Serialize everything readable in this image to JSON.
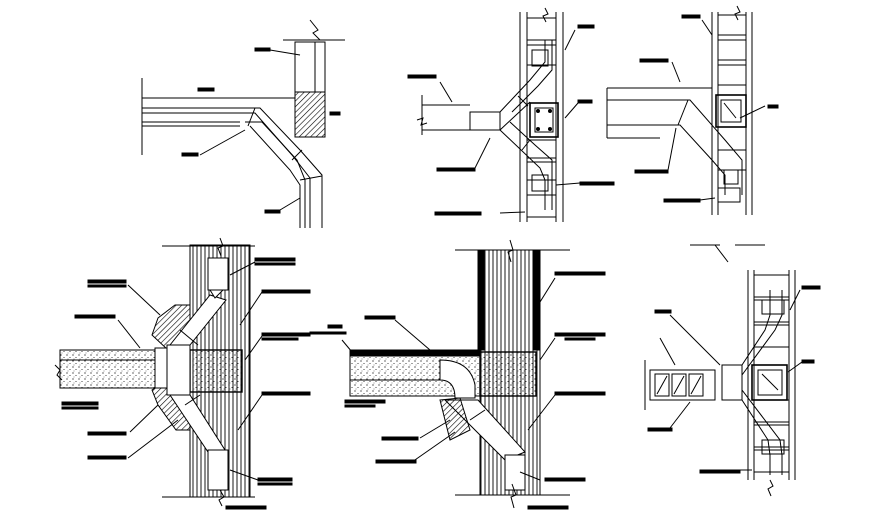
{
  "drawing": {
    "line_color": "#000000",
    "background": "#ffffff",
    "fill_light": "#ffffff",
    "fill_dark": "#000000"
  },
  "details": [
    {
      "id": "detail-1",
      "description_visible": false
    },
    {
      "id": "detail-2",
      "description_visible": false
    },
    {
      "id": "detail-3",
      "description_visible": false
    },
    {
      "id": "detail-4",
      "description_visible": false
    },
    {
      "id": "detail-5",
      "description_visible": false
    },
    {
      "id": "detail-6",
      "description_visible": false
    }
  ]
}
